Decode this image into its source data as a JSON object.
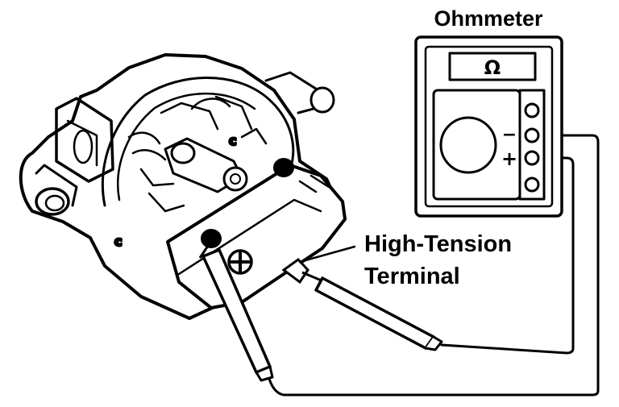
{
  "labels": {
    "meter_title": "Ohmmeter",
    "terminal_line1": "High-Tension",
    "terminal_line2": "Terminal"
  },
  "meter": {
    "display_symbol": "Ω",
    "negative_symbol": "−",
    "positive_symbol": "+"
  },
  "colors": {
    "ink": "#000000",
    "background": "#ffffff"
  }
}
